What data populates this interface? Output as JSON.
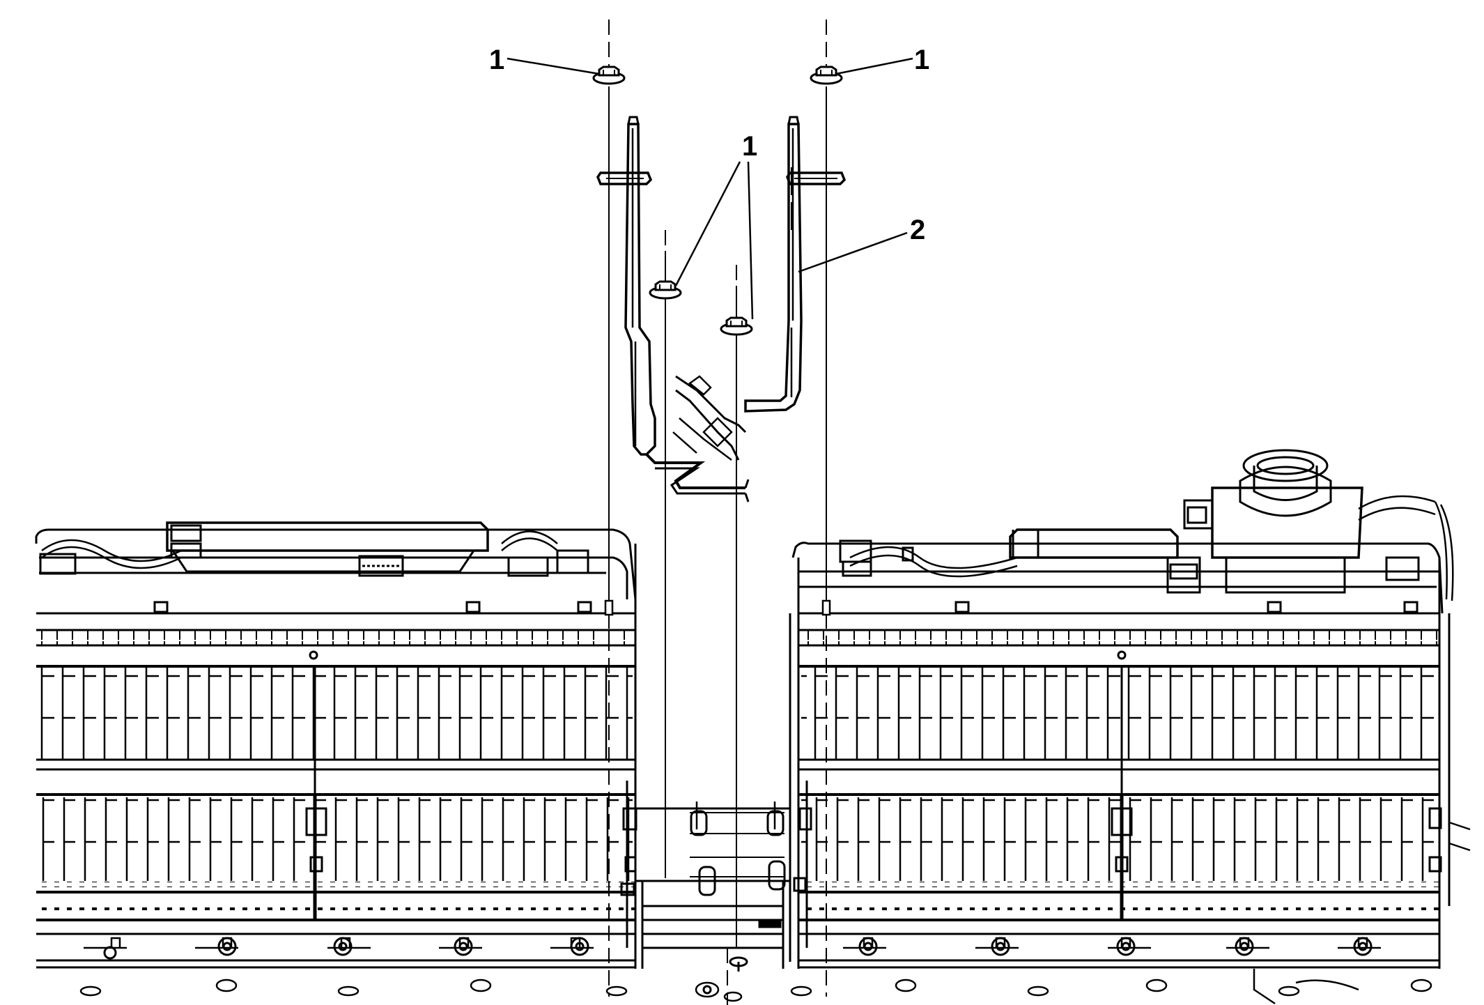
{
  "callouts": {
    "fastener_top_left": "1",
    "fastener_top_right": "1",
    "fastener_center": "1",
    "bracket": "2"
  }
}
